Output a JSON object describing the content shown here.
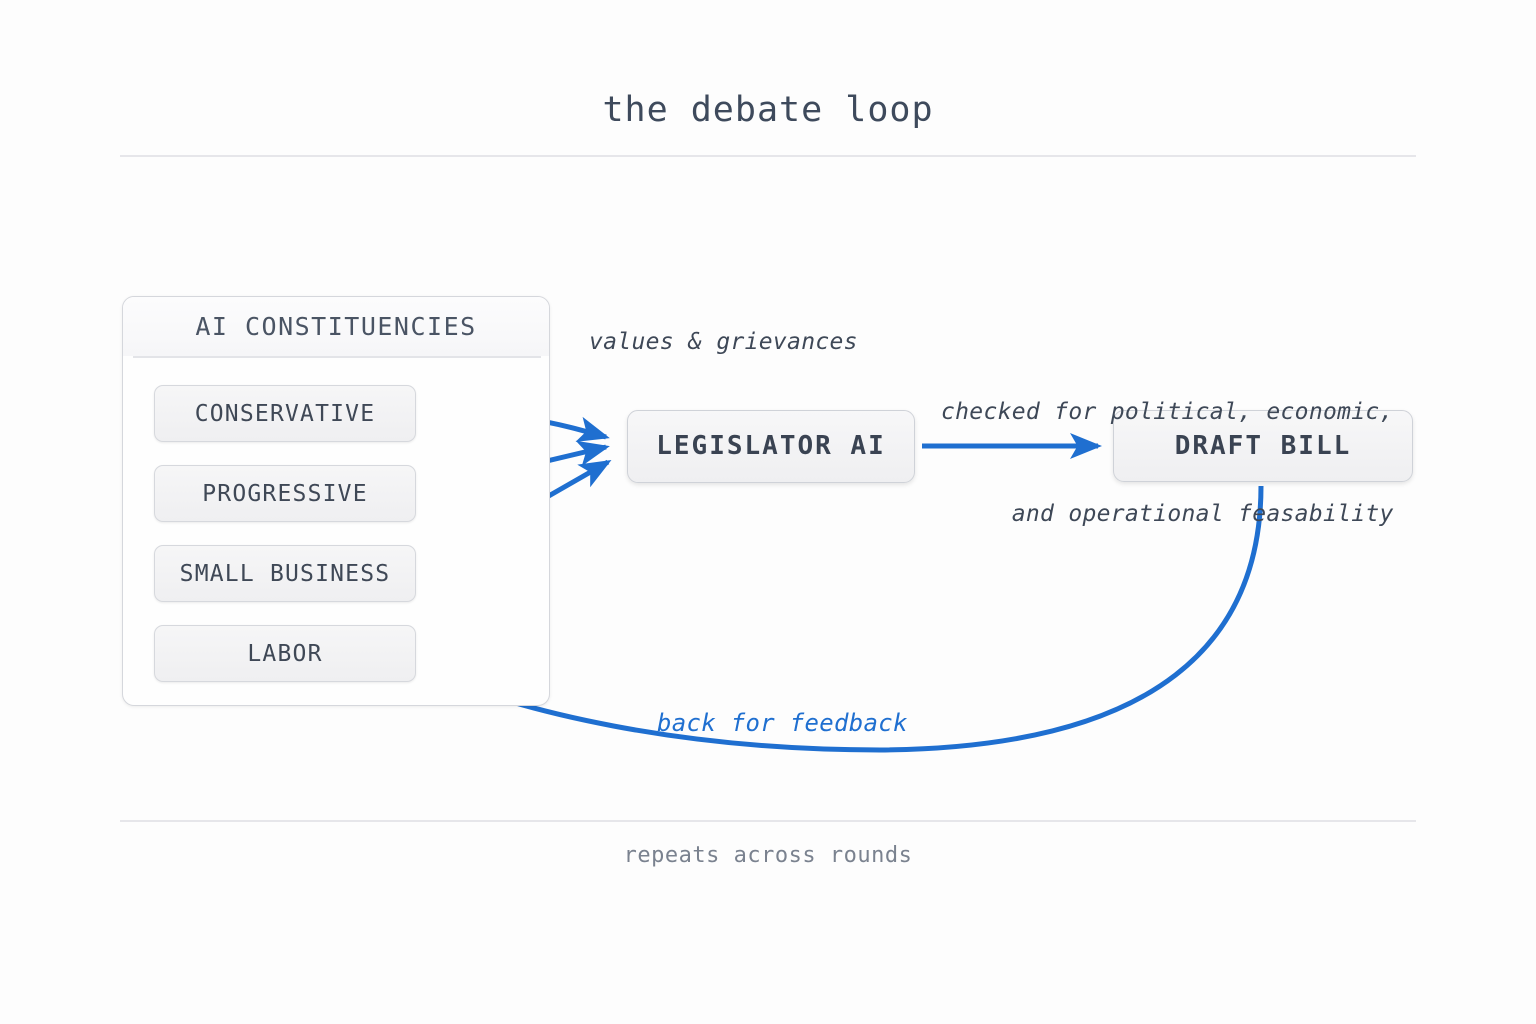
{
  "page": {
    "title": "the debate loop",
    "footer_note": "repeats across rounds",
    "accent_color": "#1f6fd0",
    "text_color": "#3e4a5c",
    "background": "#fdfdfd"
  },
  "constituency_panel": {
    "header": "AI CONSTITUENCIES",
    "items": [
      {
        "label": "CONSERVATIVE"
      },
      {
        "label": "PROGRESSIVE"
      },
      {
        "label": "SMALL BUSINESS"
      },
      {
        "label": "LABOR"
      }
    ]
  },
  "nodes": {
    "legislator": "LEGISLATOR AI",
    "draft_bill": "DRAFT BILL"
  },
  "edge_labels": {
    "values": "values & grievances",
    "checked_line1": "checked for political, economic,",
    "checked_line2": "and operational feasability",
    "feedback": "back for feedback"
  }
}
